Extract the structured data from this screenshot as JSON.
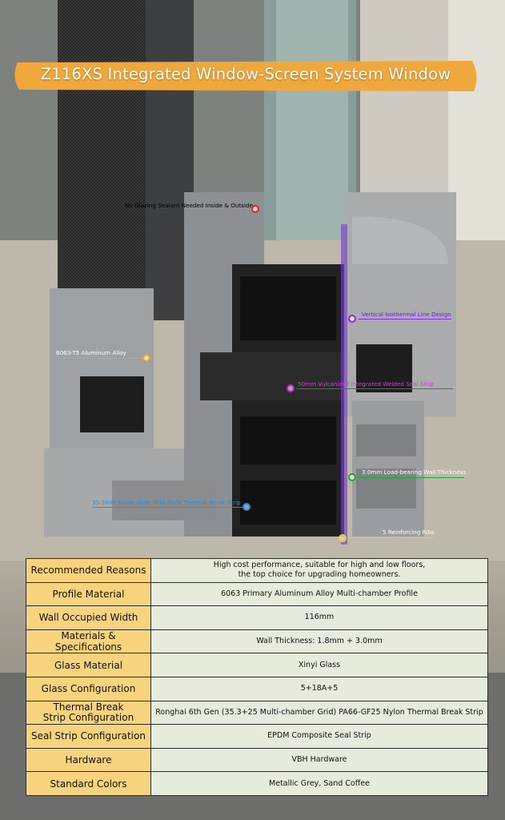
{
  "banner": {
    "title": "Z116XS Integrated Window-Screen System Window",
    "color": "#f0a83c"
  },
  "callouts": [
    {
      "text": "No Glazing Sealant Needed Inside & Outside",
      "color": "#e8202a"
    },
    {
      "text": "Vertical Isothermal Line Design",
      "color": "#8a2be2"
    },
    {
      "text": "6063-T5 Aluminum Alloy",
      "color": "#f2a20e"
    },
    {
      "text": "50mm Vulcanized Integrated Welded Seal Strip",
      "color": "#c21fc9"
    },
    {
      "text": "3.0mm Load-bearing Wall Thickness",
      "color": "#1fa83a"
    },
    {
      "text": "35.3mm Super Wide Grid-Style Thermal Break Strip",
      "color": "#1e8fe8"
    },
    {
      "text": "5 Reinforcing Ribs",
      "color": "#e8d514"
    }
  ],
  "specs": [
    {
      "label": "Recommended Reasons",
      "value": "High cost performance, suitable for high and low floors,",
      "value2": "the top choice for upgrading homeowners."
    },
    {
      "label": "Profile Material",
      "value": "6063 Primary Aluminum Alloy Multi-chamber Profile"
    },
    {
      "label": "Wall Occupied Width",
      "value": "116mm"
    },
    {
      "label": "Materials & Specifications",
      "value": "Wall Thickness: 1.8mm + 3.0mm"
    },
    {
      "label": "Glass Material",
      "value": "Xinyi Glass"
    },
    {
      "label": "Glass Configuration",
      "value": "5+18A+5"
    },
    {
      "label": "Thermal Break",
      "label2": "Strip Configuration",
      "value": "Ronghai 6th Gen (35.3+25 Multi-chamber Grid) PA66-GF25 Nylon Thermal Break Strip"
    },
    {
      "label": "Seal Strip Configuration",
      "value": "EPDM Composite Seal Strip"
    },
    {
      "label": "Hardware",
      "value": "VBH Hardware"
    },
    {
      "label": "Standard Colors",
      "value": "Metallic Grey, Sand Coffee"
    }
  ]
}
